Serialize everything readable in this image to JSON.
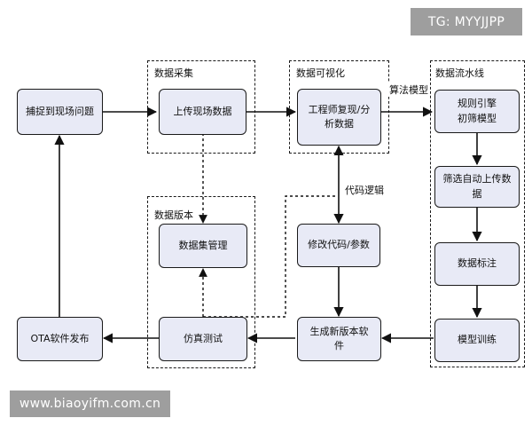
{
  "watermark_top": "TG: MYYJJPP",
  "watermark_bottom": "www.biaoyifm.com.cn",
  "groups": {
    "collect": "数据采集",
    "visual": "数据可视化",
    "pipeline": "数据流水线",
    "version": "数据版本"
  },
  "nodes": {
    "capture": "捕捉到现场问题",
    "upload": "上传现场数据",
    "analyze": "工程师复现/分\n析数据",
    "engine": "规则引擎\n初筛模型",
    "filter": "筛选自动上传数\n据",
    "dataset": "数据集管理",
    "modify": "修改代码/参数",
    "label": "数据标注",
    "ota": "OTA软件发布",
    "sim": "仿真测试",
    "build": "生成新版本软\n件",
    "train": "模型训练"
  },
  "edge_labels": {
    "algo_model": "算法模型",
    "code_logic": "代码逻辑"
  }
}
